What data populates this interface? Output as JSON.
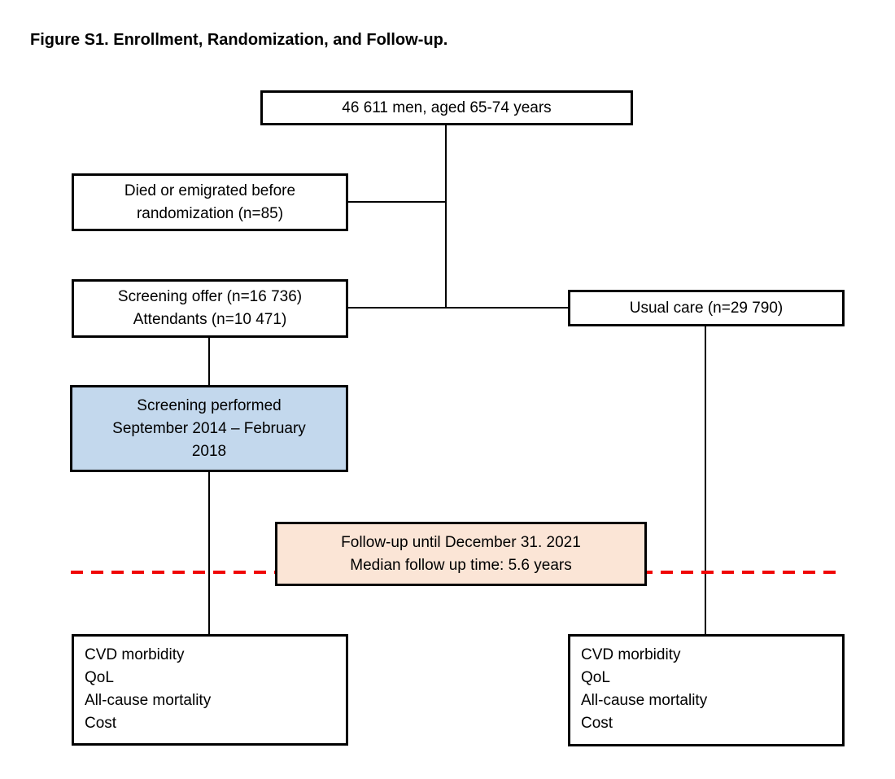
{
  "title": "Figure S1. Enrollment, Randomization, and Follow-up.",
  "boxes": {
    "population": {
      "text": "46 611 men, aged 65-74 years"
    },
    "excluded": {
      "line1": "Died or emigrated before",
      "line2": "randomization (n=85)"
    },
    "screening": {
      "line1": "Screening offer (n=16 736)",
      "line2": "Attendants (n=10 471)"
    },
    "usual_care": {
      "text": "Usual care (n=29 790)"
    },
    "screening_period": {
      "line1": "Screening performed",
      "line2": "September 2014 – February",
      "line3": "2018"
    },
    "follow_up": {
      "line1": "Follow-up until December 31. 2021",
      "line2": "Median follow up time: 5.6 years"
    },
    "outcomes_screening": {
      "lines": [
        "CVD morbidity",
        "QoL",
        "All-cause mortality",
        "Cost"
      ]
    },
    "outcomes_usual": {
      "lines": [
        "CVD morbidity",
        "QoL",
        "All-cause mortality",
        "Cost"
      ]
    }
  },
  "colors": {
    "screening_period_fill": "#c3d8ed",
    "follow_up_fill": "#fbe5d6",
    "dashed_line_red": "#f00505",
    "box_border": "#000000"
  }
}
